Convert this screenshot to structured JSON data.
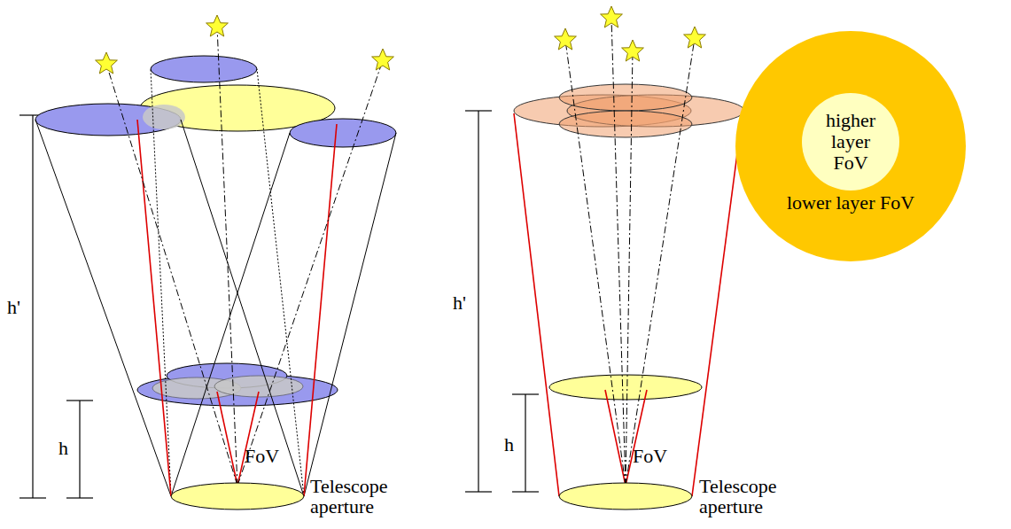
{
  "diagram": {
    "nodes": [
      {
        "text": [
          "lower layer FoV"
        ]
      },
      {
        "text": [
          "higher layer FoV"
        ],
        "in": 0
      }
    ],
    "labels": [
      "h'",
      "h",
      "FoV",
      "Telescope aperture",
      "h'",
      "h",
      "FoV",
      "Telescope aperture"
    ]
  }
}
